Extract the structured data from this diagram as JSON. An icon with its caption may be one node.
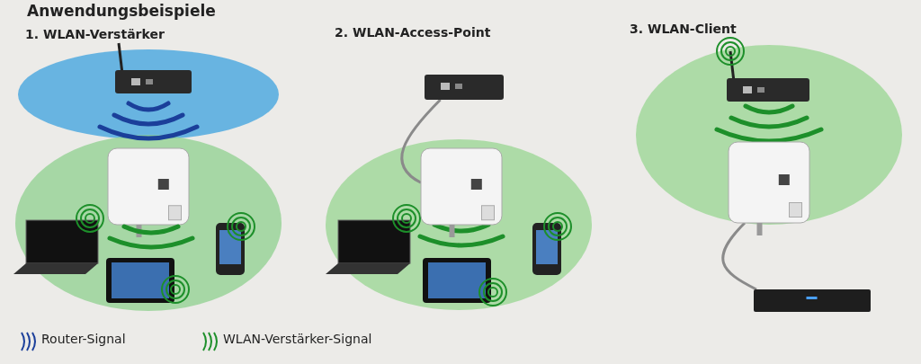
{
  "diagram": {
    "title": "Anwendungsbeispiele",
    "nodes": [
      {
        "text": [],
        "shape": "picture"
      },
      {
        "text": [],
        "shape": "picture"
      },
      {
        "text": [],
        "shape": "picture"
      },
      {
        "text": [],
        "shape": "picture"
      }
    ],
    "edges": [
      {
        "from": 0,
        "to": 1,
        "arrow": "none"
      },
      {
        "from": 2,
        "to": 3,
        "arrow": "none"
      }
    ],
    "labels": [
      "1. WLAN-Verstärker",
      "2. WLAN-Access-Point",
      "3. WLAN-Client"
    ],
    "legend": [
      {
        "text": "Router-Signal"
      },
      {
        "text": "WLAN-Verstärker-Signal"
      }
    ]
  }
}
